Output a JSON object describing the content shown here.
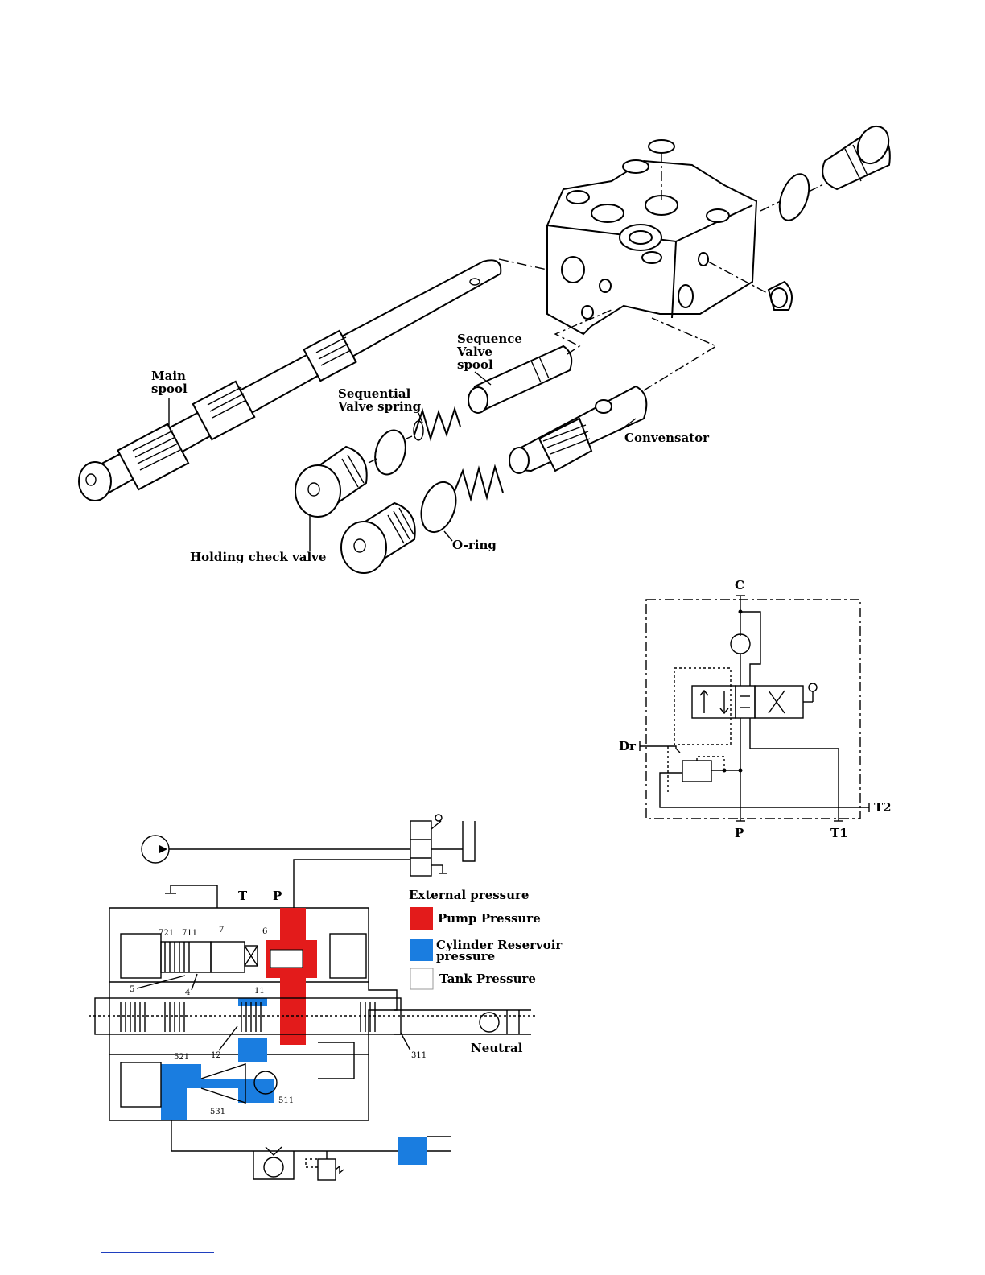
{
  "exploded_view": {
    "labels": {
      "main_spool_1": "Main",
      "main_spool_2": "spool",
      "sequence_spool_1": "Sequence",
      "sequence_spool_2": "Valve",
      "sequence_spool_3": "spool",
      "seq_spring_1": "Sequential",
      "seq_spring_2": "Valve spring",
      "compensator": "Convensator",
      "holding_check": "Holding check valve",
      "oring": "O-ring"
    }
  },
  "schematic": {
    "ports": {
      "c": "C",
      "dr": "Dr",
      "t2": "T2",
      "p": "P",
      "t1": "T1"
    }
  },
  "section_view": {
    "ports": {
      "t": "T",
      "p": "P"
    },
    "legend": {
      "title": "External pressure",
      "items": [
        {
          "label": "Pump Pressure",
          "color": "#e31b1b"
        },
        {
          "label_line1": "Cylinder Reservoir",
          "label_line2": "pressure",
          "color": "#1a7de0"
        },
        {
          "label": "Tank Pressure",
          "color": "#ffffff"
        }
      ]
    },
    "state": "Neutral",
    "part_numbers": {
      "n721": "721",
      "n711": "711",
      "n7": "7",
      "n6": "6",
      "n5": "5",
      "n4": "4",
      "n11": "11",
      "n12": "12",
      "n311": "311",
      "n521": "521",
      "n531": "531",
      "n511": "511"
    }
  },
  "colors": {
    "pump": "#e31b1b",
    "cylinder": "#1a7de0",
    "link": "#1f3fbf"
  }
}
